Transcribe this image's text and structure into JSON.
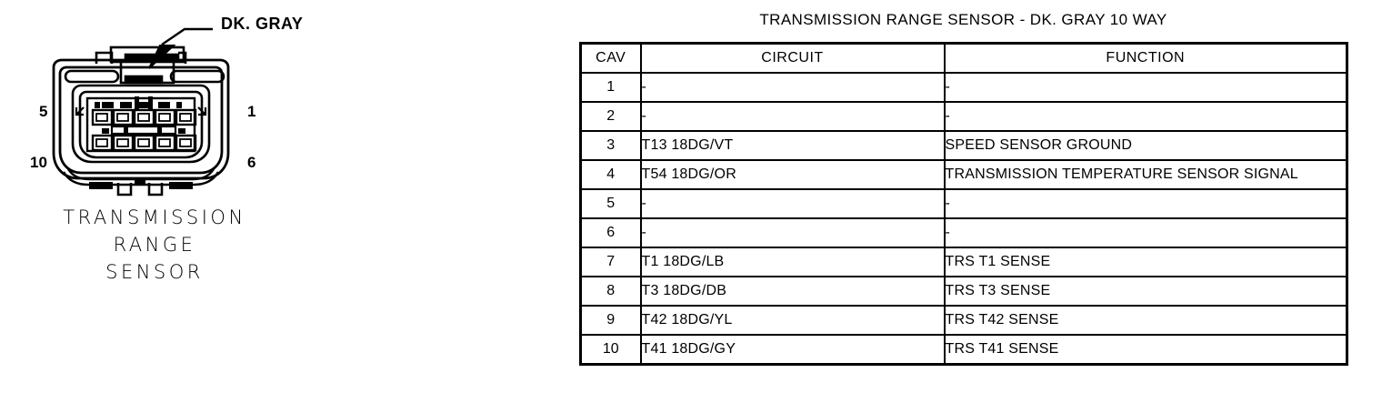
{
  "diagram": {
    "callout": "DK. GRAY",
    "callout_icon": "arrow-pointer-icon",
    "pin_labels": {
      "top_left": "5",
      "bottom_left": "10",
      "top_right": "1",
      "bottom_right": "6"
    },
    "caption_lines": [
      "TRANSMISSION",
      "RANGE",
      "SENSOR"
    ],
    "cavity_count": 10,
    "cavity_rows": 2,
    "cavity_per_row": 5,
    "colors": {
      "line": "#000000",
      "background": "#ffffff"
    }
  },
  "table": {
    "title": "TRANSMISSION RANGE SENSOR - DK. GRAY 10 WAY",
    "headers": {
      "cav": "CAV",
      "circuit": "CIRCUIT",
      "function": "FUNCTION"
    },
    "rows": [
      {
        "cav": "1",
        "circuit": "-",
        "function": "-"
      },
      {
        "cav": "2",
        "circuit": "-",
        "function": "-"
      },
      {
        "cav": "3",
        "circuit": "T13 18DG/VT",
        "function": "SPEED SENSOR GROUND"
      },
      {
        "cav": "4",
        "circuit": "T54 18DG/OR",
        "function": "TRANSMISSION TEMPERATURE SENSOR SIGNAL"
      },
      {
        "cav": "5",
        "circuit": "-",
        "function": "-"
      },
      {
        "cav": "6",
        "circuit": "-",
        "function": "-"
      },
      {
        "cav": "7",
        "circuit": "T1 18DG/LB",
        "function": "TRS T1 SENSE"
      },
      {
        "cav": "8",
        "circuit": "T3 18DG/DB",
        "function": "TRS T3 SENSE"
      },
      {
        "cav": "9",
        "circuit": "T42 18DG/YL",
        "function": "TRS T42 SENSE"
      },
      {
        "cav": "10",
        "circuit": "T41 18DG/GY",
        "function": "TRS T41 SENSE"
      }
    ]
  }
}
